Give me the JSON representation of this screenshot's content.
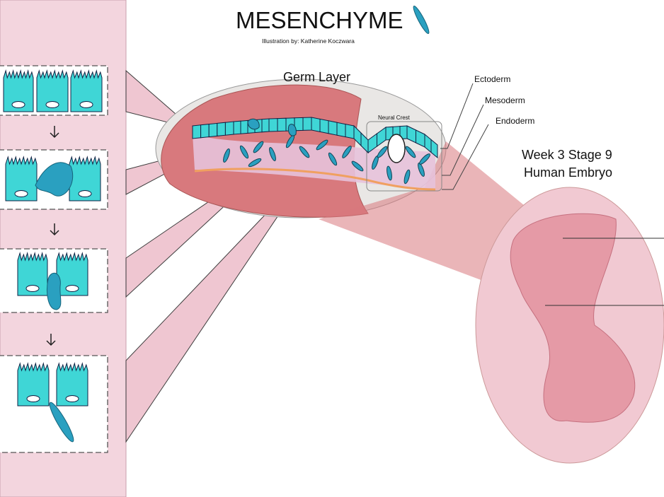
{
  "title": "MESENCHYME",
  "credit": "Illustration by: Katherine Koczwara",
  "germ_layer_label": "Germ Layer",
  "neural_crest_label": "Neural Crest",
  "layers": [
    "Ectoderm",
    "Mesoderm",
    "Endoderm"
  ],
  "embryo_label_line1": "Week 3 Stage 9",
  "embryo_label_line2": "Human Embryo",
  "colors": {
    "panel_pink": "#f3d5de",
    "cell_cyan": "#3fd6d6",
    "mesenchyme_blue": "#2aa0c0",
    "germ_red": "#d8797d",
    "germ_grey": "#e9e7e5",
    "embryo_pink": "#f1c9d2",
    "endoderm_orange": "#f0a060"
  },
  "steps_count_note_icons": [
    "arrow-down-icon",
    "arrow-down-icon",
    "arrow-down-icon"
  ]
}
